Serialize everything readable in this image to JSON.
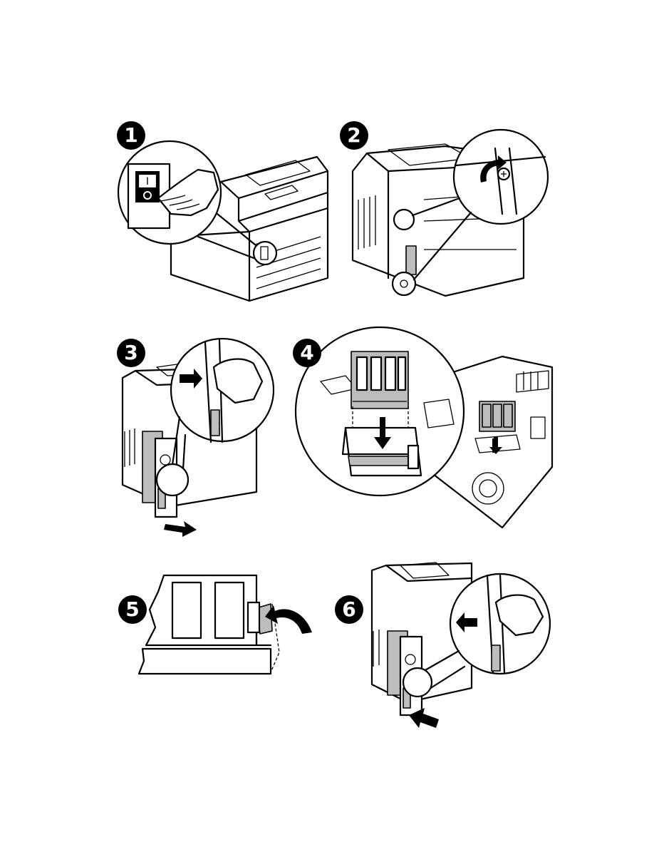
{
  "steps": [
    {
      "number": "1"
    },
    {
      "number": "2"
    },
    {
      "number": "3"
    },
    {
      "number": "4"
    },
    {
      "number": "5"
    },
    {
      "number": "6"
    }
  ],
  "icons": {
    "power_switch": "rocker-switch-icon",
    "screw": "screw-icon",
    "arrow": "arrow-icon"
  },
  "colors": {
    "line": "#000000",
    "shade": "#bdbdbd",
    "background": "#ffffff"
  }
}
